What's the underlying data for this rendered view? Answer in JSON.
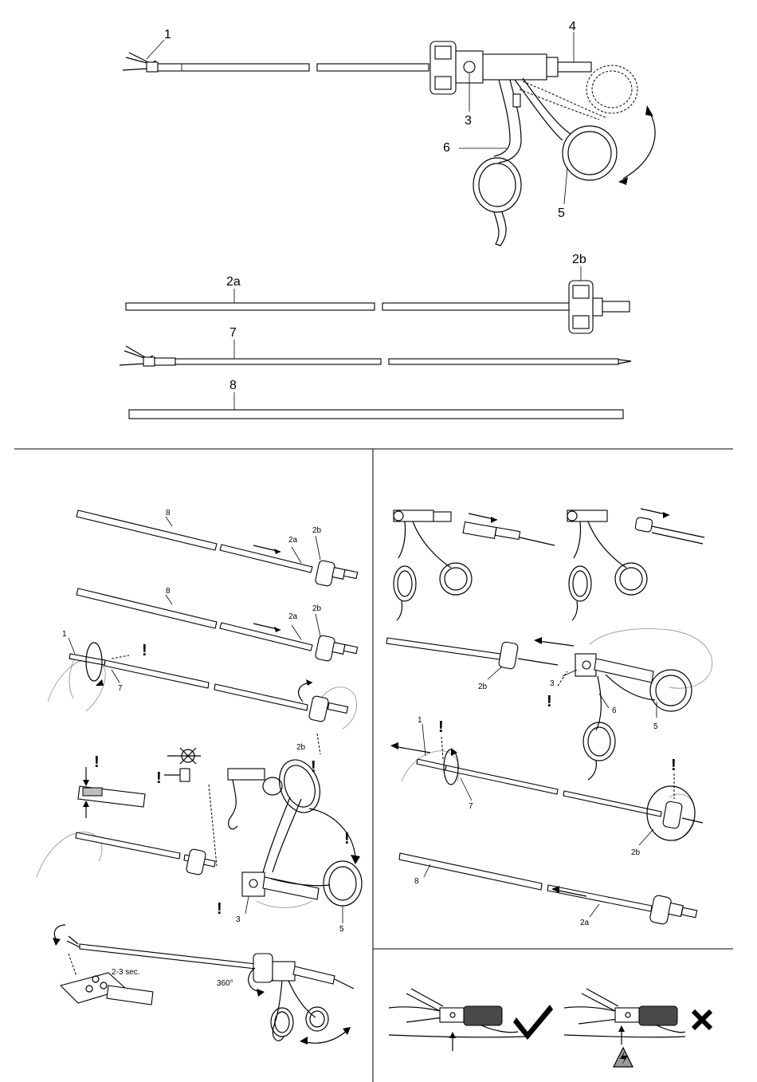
{
  "labels": {
    "jaw_insert_tip": "1",
    "outer_tube": "2a",
    "rotation_knob": "2b",
    "release_button": "3",
    "hf_connector": "4",
    "movable_handle": "5",
    "fixed_handle": "6",
    "jaw_insert": "7",
    "cleaning_tube": "8"
  },
  "annotations": {
    "exclamation": "!",
    "time_hint": "2-3 sec.",
    "rotation_angle": "360°"
  },
  "icons": {
    "correct": "check-mark-icon",
    "wrong": "cross-mark-icon",
    "warning": "electric-hazard-warning-icon"
  }
}
